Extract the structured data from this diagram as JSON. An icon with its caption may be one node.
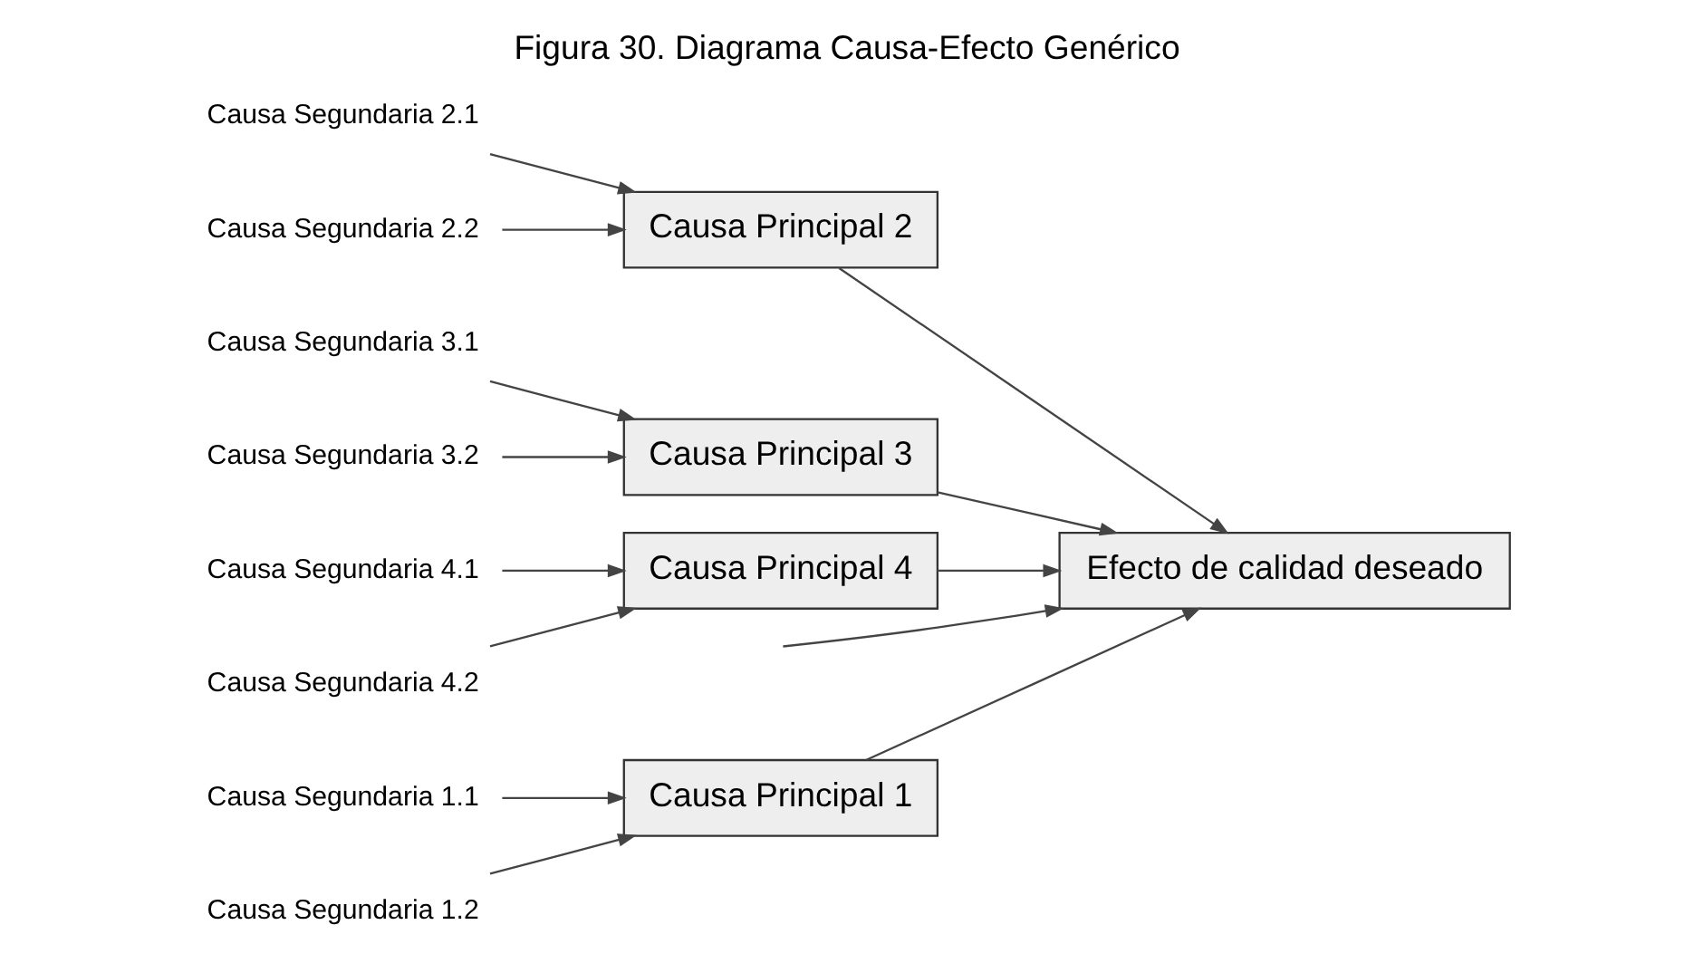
{
  "diagram": {
    "title": "Figura 30. Diagrama Causa-Efecto Genérico",
    "nodes": [
      {
        "text": [
          "Causa Principal 1"
        ]
      },
      {
        "text": [
          "Causa Principal 2"
        ]
      },
      {
        "text": [
          "Causa Segundaria 1.1"
        ]
      },
      {
        "text": [
          "Causa Segundaria 1.2"
        ]
      },
      {
        "text": [
          "Causa Segundaria 2.1"
        ]
      },
      {
        "text": [
          "Causa Segundaria 2.2"
        ]
      },
      {
        "text": [
          "Efecto de calidad deseado"
        ]
      },
      {
        "text": [
          "Causa Segundaria 3.1"
        ]
      },
      {
        "text": [
          "Causa Segundaria 3.2"
        ]
      },
      {
        "text": [
          "Causa Segundaria 4.1"
        ]
      },
      {
        "text": [
          "Causa Segundaria 4.2"
        ]
      },
      {
        "text": [
          "Causa Principal 3"
        ]
      },
      {
        "text": [
          "Causa Principal 4"
        ]
      }
    ],
    "edges": [
      {
        "from": null,
        "to": 6,
        "arrow": "to"
      },
      {
        "from": 0,
        "to": 6,
        "arrow": "to"
      },
      {
        "from": 1,
        "to": 6,
        "arrow": "to"
      },
      {
        "from": 11,
        "to": 6,
        "arrow": "to"
      },
      {
        "from": 12,
        "to": 6,
        "arrow": "to"
      },
      {
        "from": 2,
        "to": 0,
        "arrow": "to"
      },
      {
        "from": 3,
        "to": 0,
        "arrow": "to"
      },
      {
        "from": 4,
        "to": 1,
        "arrow": "to"
      },
      {
        "from": 5,
        "to": 1,
        "arrow": "to"
      },
      {
        "from": 7,
        "to": 11,
        "arrow": "to"
      },
      {
        "from": 8,
        "to": 11,
        "arrow": "to"
      },
      {
        "from": 9,
        "to": 12,
        "arrow": "to"
      },
      {
        "from": 10,
        "to": 12,
        "arrow": "to"
      }
    ]
  }
}
